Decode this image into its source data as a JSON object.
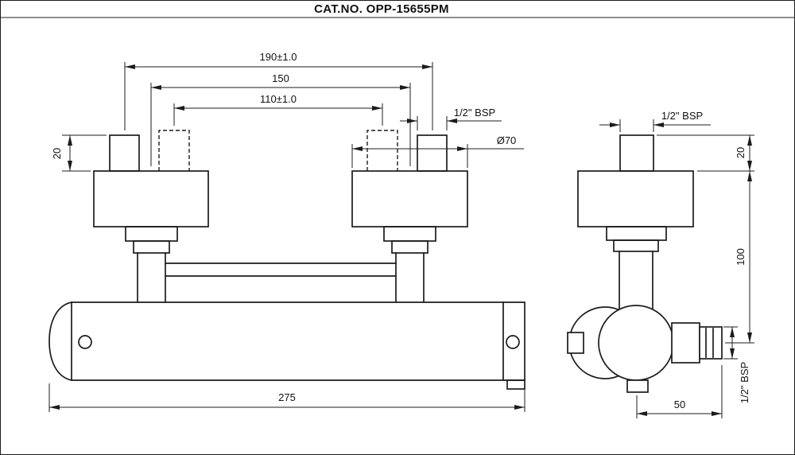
{
  "title": "CAT.NO. OPP-15655PM",
  "front_view": {
    "dims": {
      "d190": "190±1.0",
      "d150": "150",
      "d110": "110±1.0",
      "d20": "20",
      "d275": "275",
      "bsp_inlet": "1/2\" BSP",
      "dia70": "Ø70"
    }
  },
  "side_view": {
    "dims": {
      "bsp_inlet": "1/2\" BSP",
      "d20": "20",
      "d100": "100",
      "bsp_outlet": "1/2\" BSP",
      "d50": "50"
    }
  },
  "colors": {
    "line": "#1c1c1c",
    "background": "#ffffff"
  }
}
